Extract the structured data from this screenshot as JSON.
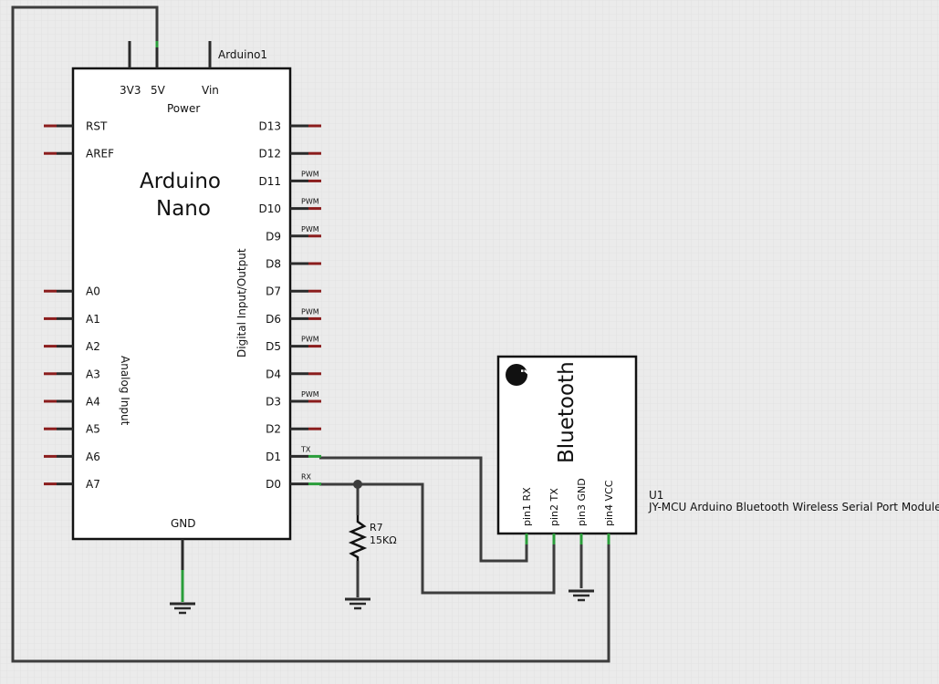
{
  "arduino": {
    "ref": "Arduino1",
    "title_line1": "Arduino",
    "title_line2": "Nano",
    "power_group": "Power",
    "power_pins": [
      "3V3",
      "5V",
      "Vin"
    ],
    "gnd_label": "GND",
    "left_pins_top": [
      "RST",
      "AREF"
    ],
    "analog_pins": [
      "A0",
      "A1",
      "A2",
      "A3",
      "A4",
      "A5",
      "A6",
      "A7"
    ],
    "analog_group": "Analog Input",
    "digital_group": "Digital Input/Output",
    "digital_pins": [
      "D13",
      "D12",
      "D11",
      "D10",
      "D9",
      "D8",
      "D7",
      "D6",
      "D5",
      "D4",
      "D3",
      "D2",
      "D1",
      "D0"
    ],
    "pin_tags": [
      {
        "pin": "D11",
        "tag": "PWM"
      },
      {
        "pin": "D10",
        "tag": "PWM"
      },
      {
        "pin": "D9",
        "tag": "PWM"
      },
      {
        "pin": "D6",
        "tag": "PWM"
      },
      {
        "pin": "D5",
        "tag": "PWM"
      },
      {
        "pin": "D3",
        "tag": "PWM"
      },
      {
        "pin": "D1",
        "tag": "TX"
      },
      {
        "pin": "D0",
        "tag": "RX"
      }
    ]
  },
  "bluetooth": {
    "ref": "U1",
    "description": "JY-MCU Arduino Bluetooth Wireless Serial Port Module",
    "title": "Bluetooth",
    "unknown_glyph": "?",
    "pins": [
      "pin1 RX",
      "pin2 TX",
      "pin3 GND",
      "pin4 VCC"
    ]
  },
  "resistor": {
    "ref": "R7",
    "value": "15KΩ"
  },
  "colors": {
    "background": "#ebebeb",
    "component_body": "#ffffff",
    "wire": "#3d3d3d",
    "pin_unconnected": "#8b1d1d",
    "pin_connected": "#2a9d3a"
  }
}
